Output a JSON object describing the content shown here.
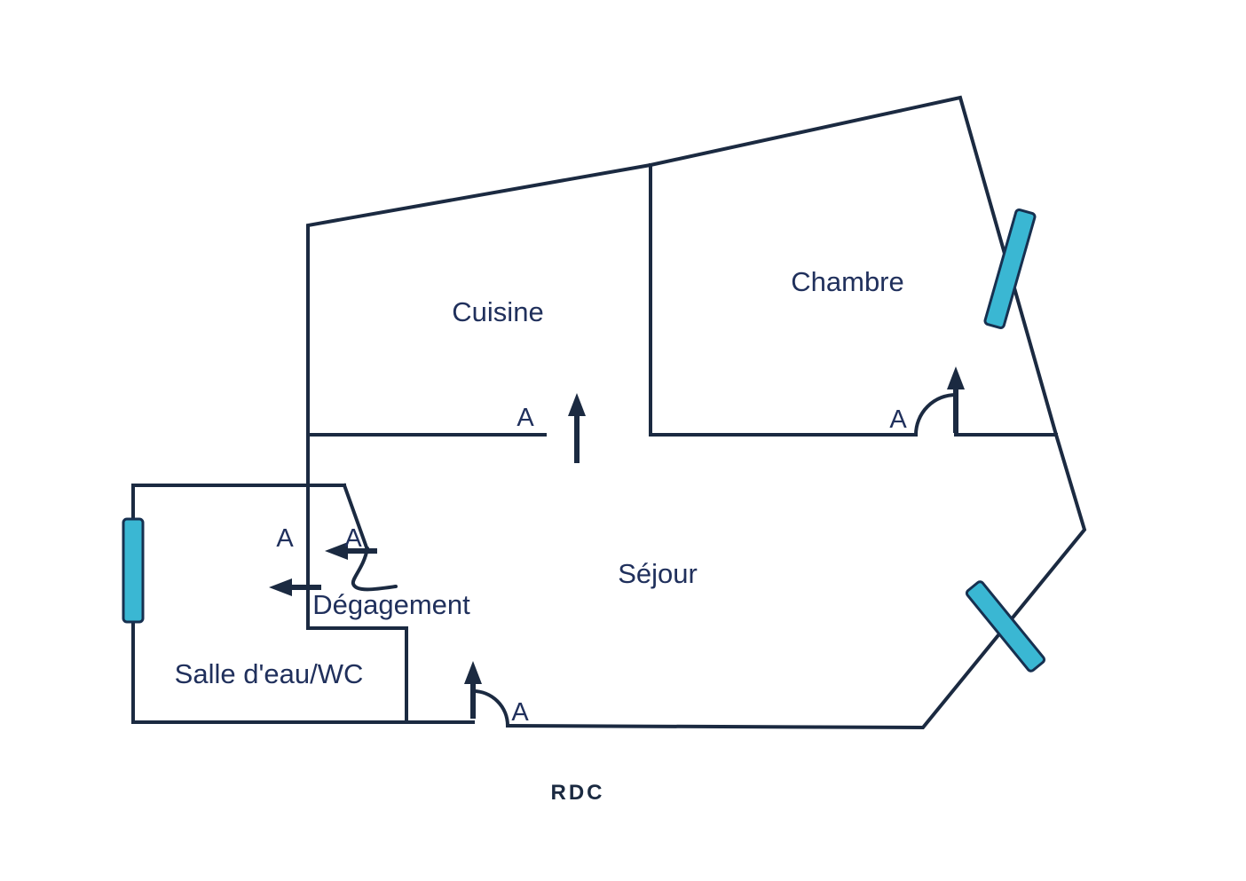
{
  "colors": {
    "wall": "#1b2a41",
    "text": "#20305c",
    "floor_text": "#1b2a41",
    "window_fill": "#3ab7d3",
    "window_border": "#173050",
    "background": "#ffffff"
  },
  "rooms": {
    "cuisine": {
      "label": "Cuisine"
    },
    "chambre": {
      "label": "Chambre"
    },
    "sejour": {
      "label": "Séjour"
    },
    "degagement": {
      "label": "Dégagement"
    },
    "salle_eau": {
      "label": "Salle d'eau/WC"
    }
  },
  "door_labels": [
    "A",
    "A",
    "A",
    "A",
    "A"
  ],
  "floor_label": "RDC"
}
